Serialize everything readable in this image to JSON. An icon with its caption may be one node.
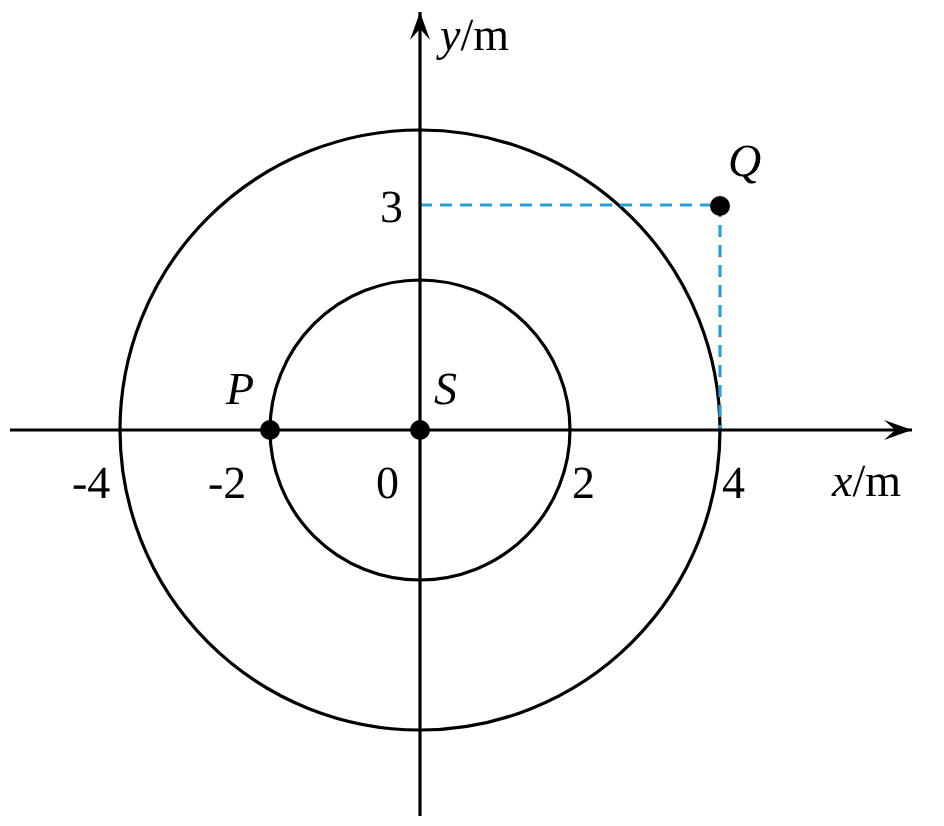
{
  "diagram": {
    "nodes": [
      {
        "text": [
          "*P*"
        ]
      },
      {
        "text": [
          "*S*"
        ]
      },
      {
        "text": [
          "*Q*"
        ]
      }
    ],
    "labels": [
      "*y*/m",
      "3",
      "-4",
      "-2",
      "0",
      "2",
      "4",
      "*x*/m"
    ]
  }
}
